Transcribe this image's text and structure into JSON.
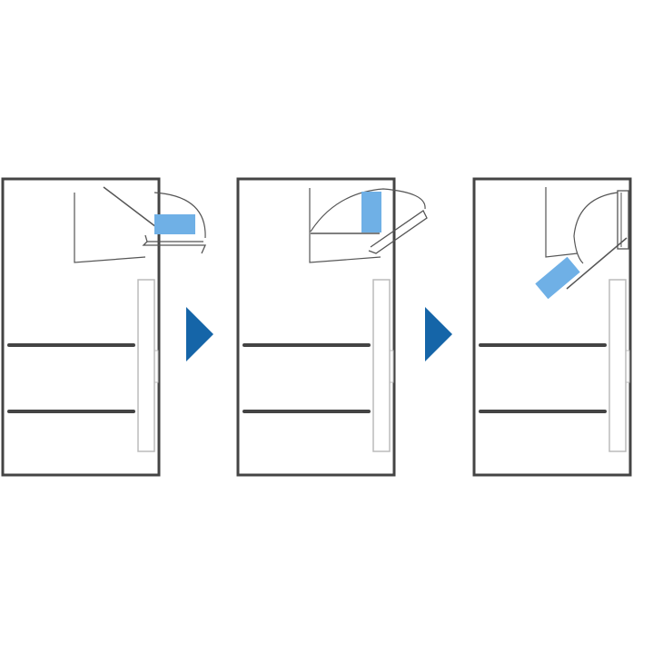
{
  "diagram": {
    "steps": [
      {
        "id": "step-1",
        "shelf_state": "closed"
      },
      {
        "id": "step-2",
        "shelf_state": "tilted-open"
      },
      {
        "id": "step-3",
        "shelf_state": "folded-down"
      }
    ],
    "arrows": 2
  },
  "colors": {
    "outline": "#444444",
    "thin_line": "#555555",
    "light_line": "#bbbbbb",
    "accent_blue": "#6fb0e6",
    "arrow_blue": "#1565a8",
    "background": "#ffffff"
  }
}
